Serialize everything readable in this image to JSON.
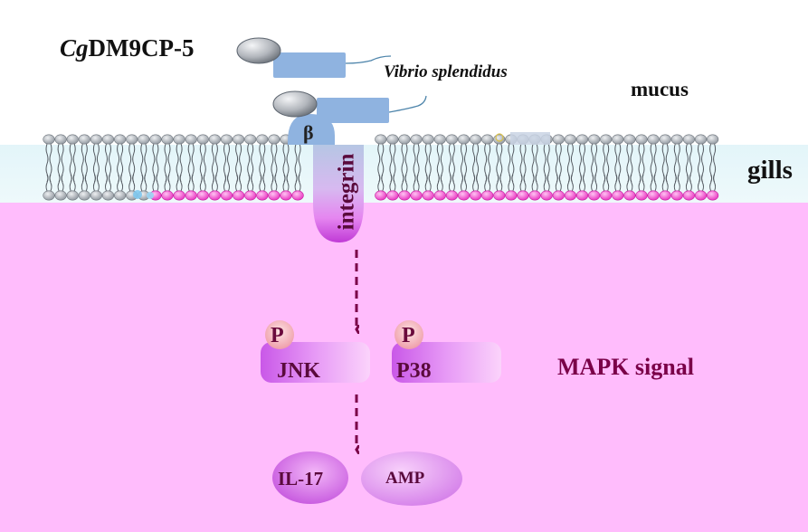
{
  "labels": {
    "title_italic": "Cg",
    "title_rest": "DM9CP-5",
    "bacterium": "Vibrio splendidus",
    "mucus": "mucus",
    "gills": "gills",
    "receptor_beta": "β",
    "receptor": "integrin",
    "kinase1": "JNK",
    "kinase2": "P38",
    "phospho": "P",
    "pathway": "MAPK signal",
    "product1": "IL-17",
    "product2": "AMP"
  },
  "colors": {
    "cytoplasm": "#ffbcfc",
    "gill_band": "#e4f6fa",
    "membrane_blue": "#8fb3e0",
    "receptor_grad_top": "#a9b8d8",
    "receptor_grad_bottom": "#cc44cc",
    "arrow": "#7a0048",
    "phospho_bubble": "#f3a9b4",
    "kinase_grad": "#cc55e6",
    "pathway_text": "#7a0048"
  }
}
